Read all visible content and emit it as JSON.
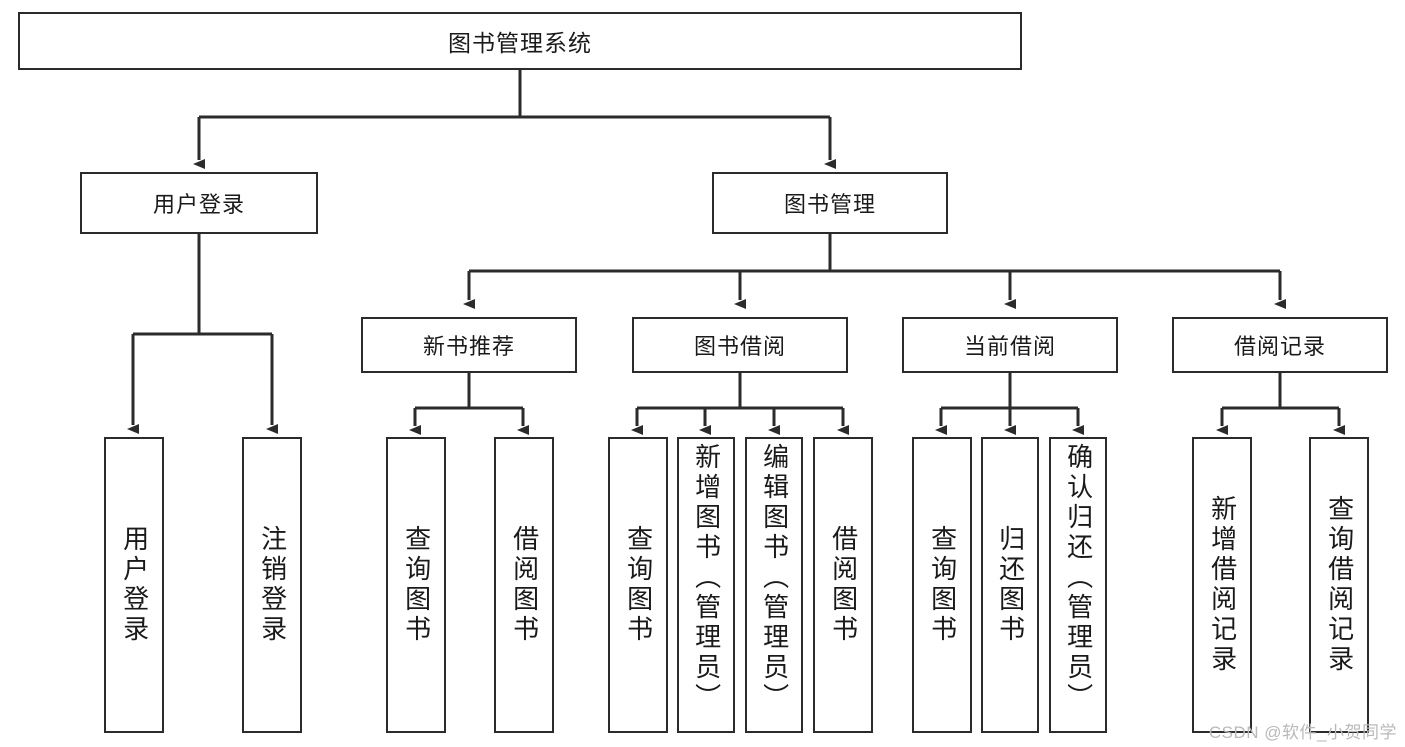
{
  "diagram": {
    "title": "图书管理系统",
    "type": "tree-hierarchy-chart",
    "root": {
      "id": "root",
      "label": "图书管理系统"
    },
    "level2": [
      {
        "id": "user-login",
        "label": "用户登录"
      },
      {
        "id": "book-manage",
        "label": "图书管理"
      }
    ],
    "level3": [
      {
        "id": "new-book-recommend",
        "label": "新书推荐"
      },
      {
        "id": "book-borrow",
        "label": "图书借阅"
      },
      {
        "id": "current-borrow",
        "label": "当前借阅"
      },
      {
        "id": "borrow-record",
        "label": "借阅记录"
      }
    ],
    "leaves": {
      "user_login": [
        {
          "id": "leaf-user-login",
          "label": "用户登录"
        },
        {
          "id": "leaf-logout-login",
          "label": "注销登录"
        }
      ],
      "new_book_recommend": [
        {
          "id": "leaf-query-book-1",
          "label": "查询图书"
        },
        {
          "id": "leaf-borrow-book-1",
          "label": "借阅图书"
        }
      ],
      "book_borrow": [
        {
          "id": "leaf-query-book-2",
          "label": "查询图书"
        },
        {
          "id": "leaf-add-book",
          "label": "新增图书（管理员）"
        },
        {
          "id": "leaf-edit-book",
          "label": "编辑图书（管理员）"
        },
        {
          "id": "leaf-borrow-book-2",
          "label": "借阅图书"
        }
      ],
      "current_borrow": [
        {
          "id": "leaf-query-book-3",
          "label": "查询图书"
        },
        {
          "id": "leaf-return-book",
          "label": "归还图书"
        },
        {
          "id": "leaf-confirm-return",
          "label": "确认归还（管理员）"
        }
      ],
      "borrow_record": [
        {
          "id": "leaf-add-record",
          "label": "新增借阅记录"
        },
        {
          "id": "leaf-query-record",
          "label": "查询借阅记录"
        }
      ]
    },
    "colors": {
      "stroke": "#2b2b2b",
      "background": "#ffffff",
      "text": "#1a1a1a",
      "watermark": "#b9b9b9"
    }
  },
  "watermark": {
    "text": "CSDN @软件_小贺同学"
  }
}
